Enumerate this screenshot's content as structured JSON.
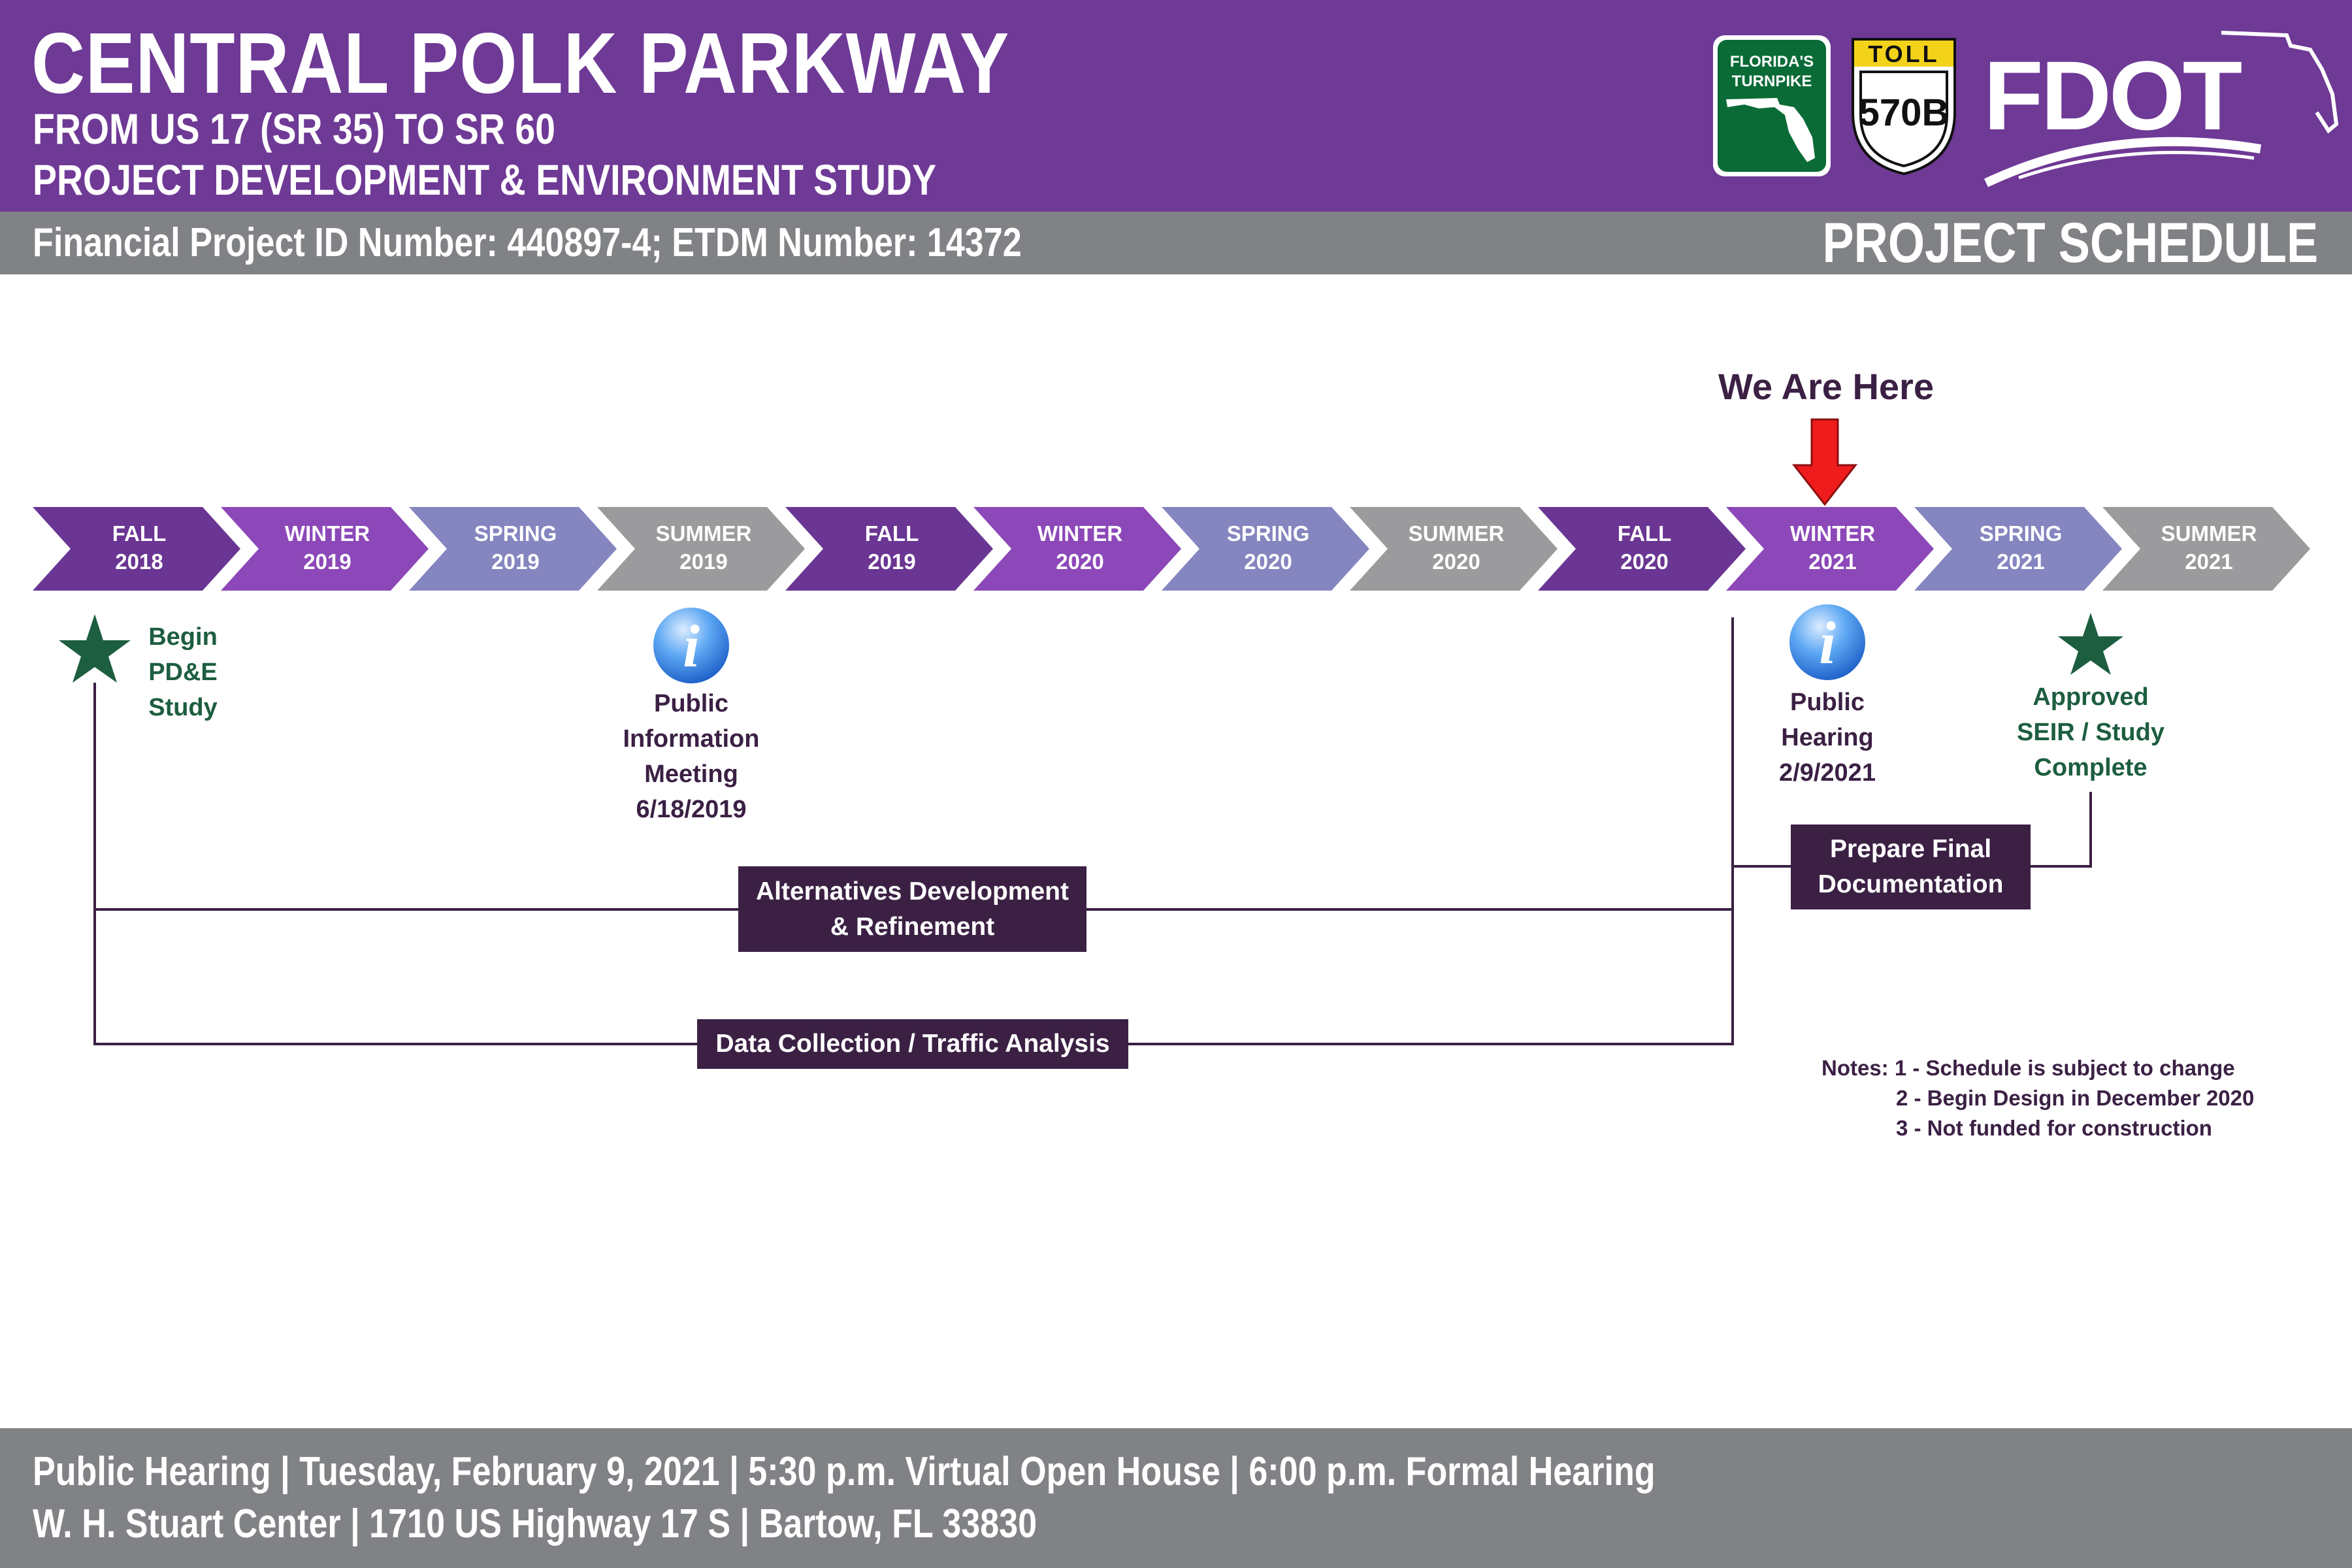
{
  "header": {
    "title": "CENTRAL POLK PARKWAY",
    "subtitle_1": "FROM US 17 (SR 35) TO SR 60",
    "subtitle_2": "PROJECT DEVELOPMENT & ENVIRONMENT STUDY",
    "project_id": "Financial Project ID Number: 440897-4; ETDM Number: 14372",
    "section_title": "PROJECT SCHEDULE",
    "logos": {
      "turnpike_line1": "FLORIDA'S",
      "turnpike_line2": "TURNPIKE",
      "toll_label": "TOLL",
      "toll_route": "570B",
      "fdot": "FDOT"
    }
  },
  "timeline": {
    "marker_label": "We Are Here",
    "periods": [
      {
        "season": "FALL",
        "year": "2018"
      },
      {
        "season": "WINTER",
        "year": "2019"
      },
      {
        "season": "SPRING",
        "year": "2019"
      },
      {
        "season": "SUMMER",
        "year": "2019"
      },
      {
        "season": "FALL",
        "year": "2019"
      },
      {
        "season": "WINTER",
        "year": "2020"
      },
      {
        "season": "SPRING",
        "year": "2020"
      },
      {
        "season": "SUMMER",
        "year": "2020"
      },
      {
        "season": "FALL",
        "year": "2020"
      },
      {
        "season": "WINTER",
        "year": "2021"
      },
      {
        "season": "SPRING",
        "year": "2021"
      },
      {
        "season": "SUMMER",
        "year": "2021"
      }
    ]
  },
  "milestones": {
    "begin": "Begin\nPD&E\nStudy",
    "public_info": "Public\nInformation\nMeeting\n6/18/2019",
    "public_hearing": "Public\nHearing\n2/9/2021",
    "approved": "Approved\nSEIR / Study\nComplete"
  },
  "tasks": {
    "alternatives": "Alternatives Development\n& Refinement",
    "data_collection": "Data Collection / Traffic Analysis",
    "final_doc": "Prepare Final\nDocumentation"
  },
  "notes": [
    "Notes: 1 - Schedule is subject to change",
    "2 - Begin Design in December 2020",
    "3 - Not funded for construction"
  ],
  "footer": {
    "line1": "Public Hearing | Tuesday, February 9, 2021 | 5:30 p.m. Virtual Open House | 6:00 p.m. Formal Hearing",
    "line2": "W. H. Stuart Center | 1710 US Highway 17 S | Bartow, FL 33830"
  },
  "colors": {
    "header": "#6f3996",
    "gray_bar": "#808285",
    "fall": "#6a3593",
    "winter": "#8c48b8",
    "spring": "#8585c0",
    "summer": "#9b9b9d",
    "task_box": "#3b2044",
    "star_green": "#1d5e40",
    "arrow_red": "#ee1c1c"
  }
}
